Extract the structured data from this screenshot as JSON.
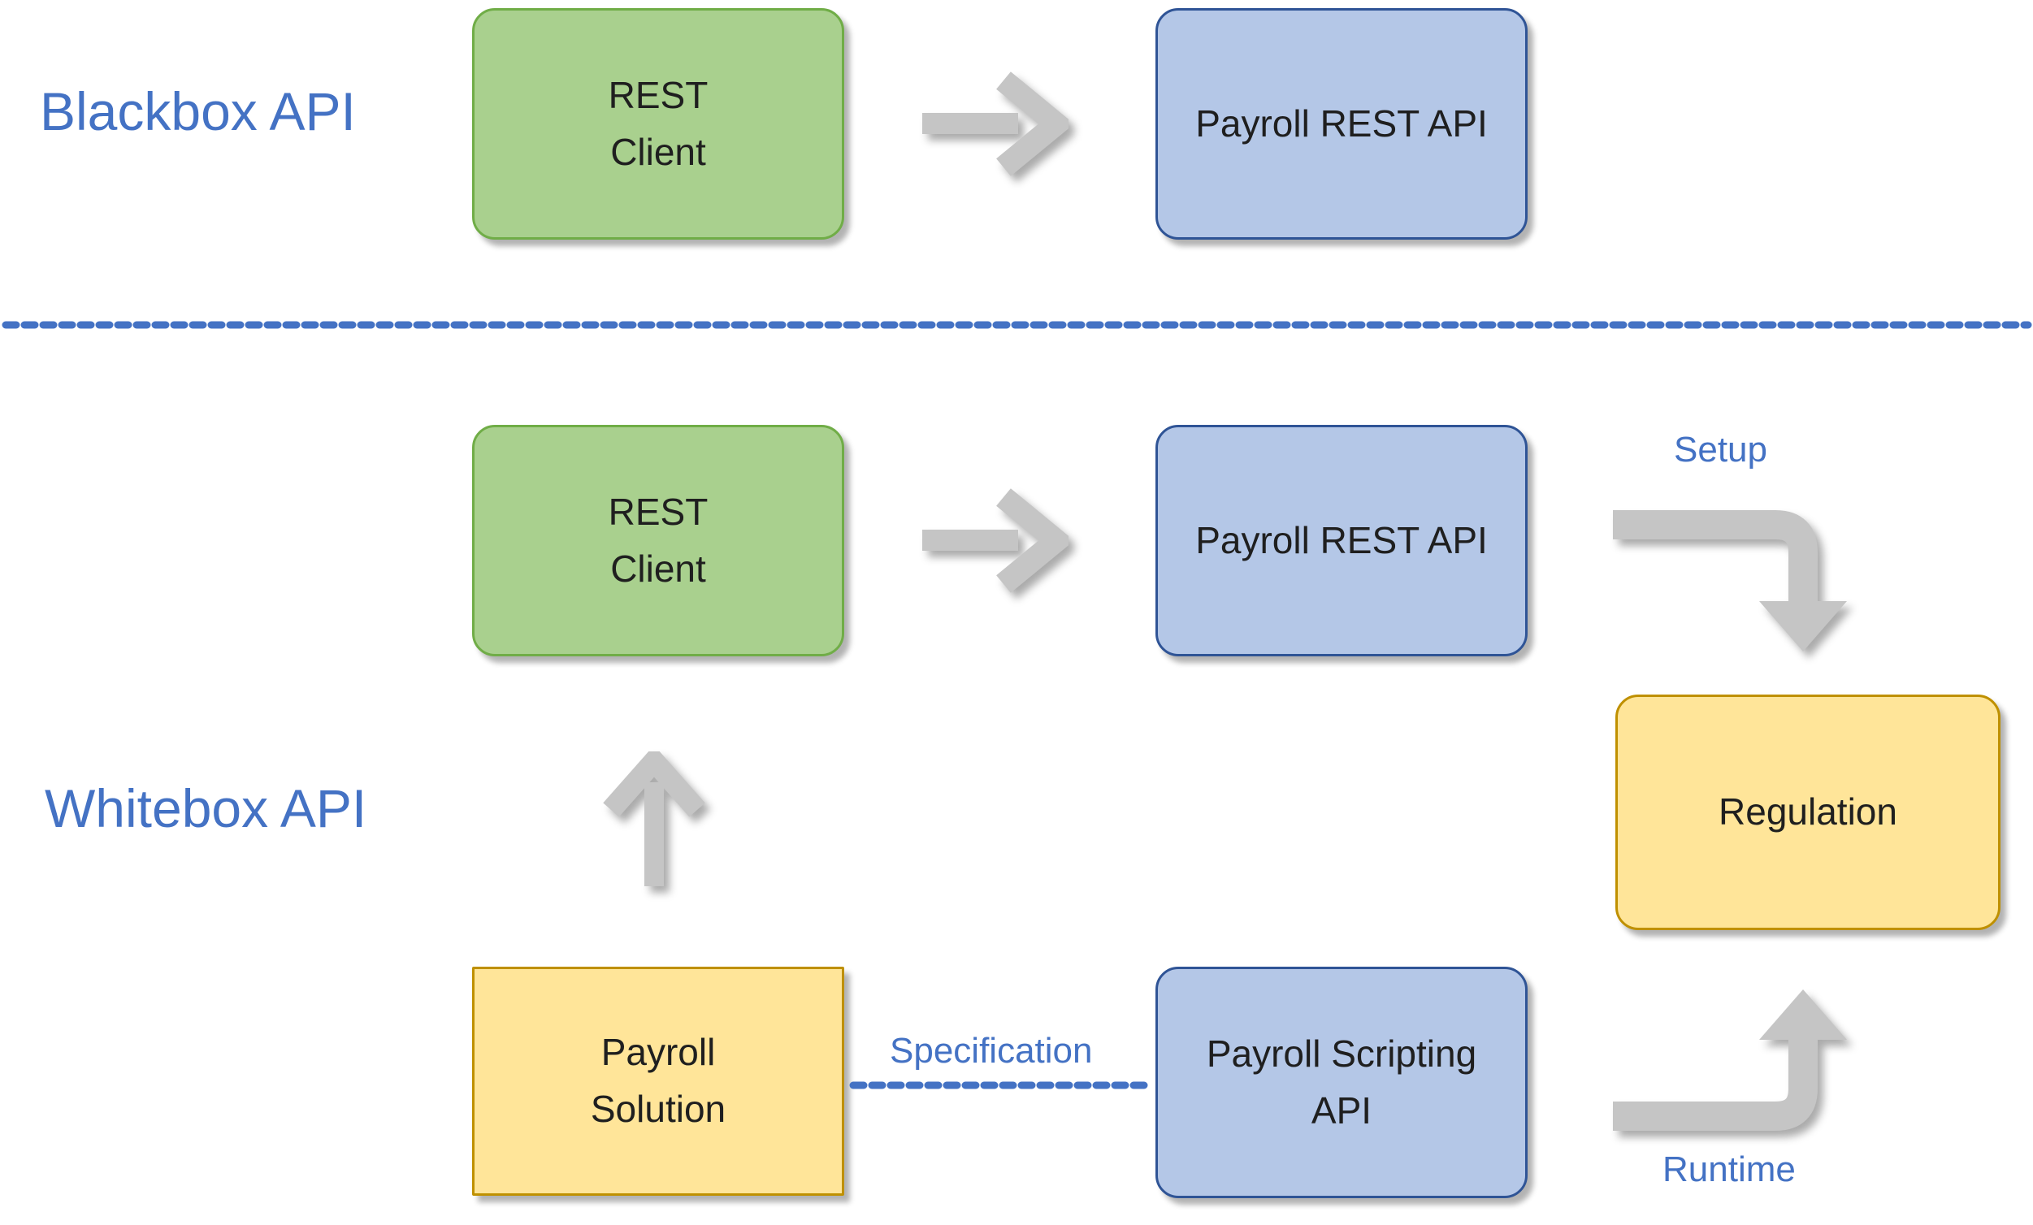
{
  "sections": {
    "blackbox": {
      "label": "Blackbox API"
    },
    "whitebox": {
      "label": "Whitebox API"
    }
  },
  "nodes": {
    "rest_client_top": {
      "lines": [
        "REST",
        "Client"
      ]
    },
    "payroll_rest_api_top": {
      "label": "Payroll REST API"
    },
    "rest_client_bottom": {
      "lines": [
        "REST",
        "Client"
      ]
    },
    "payroll_rest_api_bottom": {
      "label": "Payroll REST API"
    },
    "regulation": {
      "label": "Regulation"
    },
    "payroll_solution": {
      "lines": [
        "Payroll",
        "Solution"
      ]
    },
    "payroll_scripting_api": {
      "lines": [
        "Payroll Scripting",
        "API"
      ]
    }
  },
  "edges": {
    "setup": {
      "label": "Setup"
    },
    "specification": {
      "label": "Specification"
    },
    "runtime": {
      "label": "Runtime"
    }
  },
  "colors": {
    "green_fill": "#A9D08E",
    "green_border": "#70AD47",
    "blue_fill": "#B4C7E7",
    "blue_border": "#2F5496",
    "yellow_fill": "#FFE599",
    "yellow_border": "#BF9000",
    "accent_blue": "#4472C4",
    "arrow_gray": "#C5C5C5"
  }
}
